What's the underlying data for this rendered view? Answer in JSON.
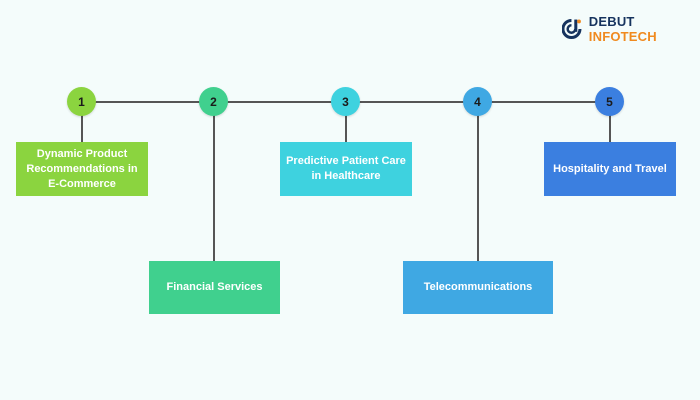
{
  "brand": {
    "name_part1": "DEBUT",
    "name_part2": "INFOTECH",
    "colors": {
      "primary": "#16335e",
      "accent": "#f08a1f"
    }
  },
  "timeline": {
    "line_color": "#555555",
    "steps": [
      {
        "number": "1",
        "label_lines": [
          "Dynamic Product",
          "Recommendations in",
          "E-Commerce"
        ],
        "node_color": "#8bd43f",
        "box_color": "#8bd43f"
      },
      {
        "number": "2",
        "label_lines": [
          "Financial Services"
        ],
        "node_color": "#40d08e",
        "box_color": "#40d08e"
      },
      {
        "number": "3",
        "label_lines": [
          "Predictive Patient Care",
          "in Healthcare"
        ],
        "node_color": "#3ed2df",
        "box_color": "#3ed2df"
      },
      {
        "number": "4",
        "label_lines": [
          "Telecommunications"
        ],
        "node_color": "#3fa8e3",
        "box_color": "#3fa8e3"
      },
      {
        "number": "5",
        "label_lines": [
          "Hospitality and Travel"
        ],
        "node_color": "#3b7fe0",
        "box_color": "#3b7fe0"
      }
    ]
  }
}
